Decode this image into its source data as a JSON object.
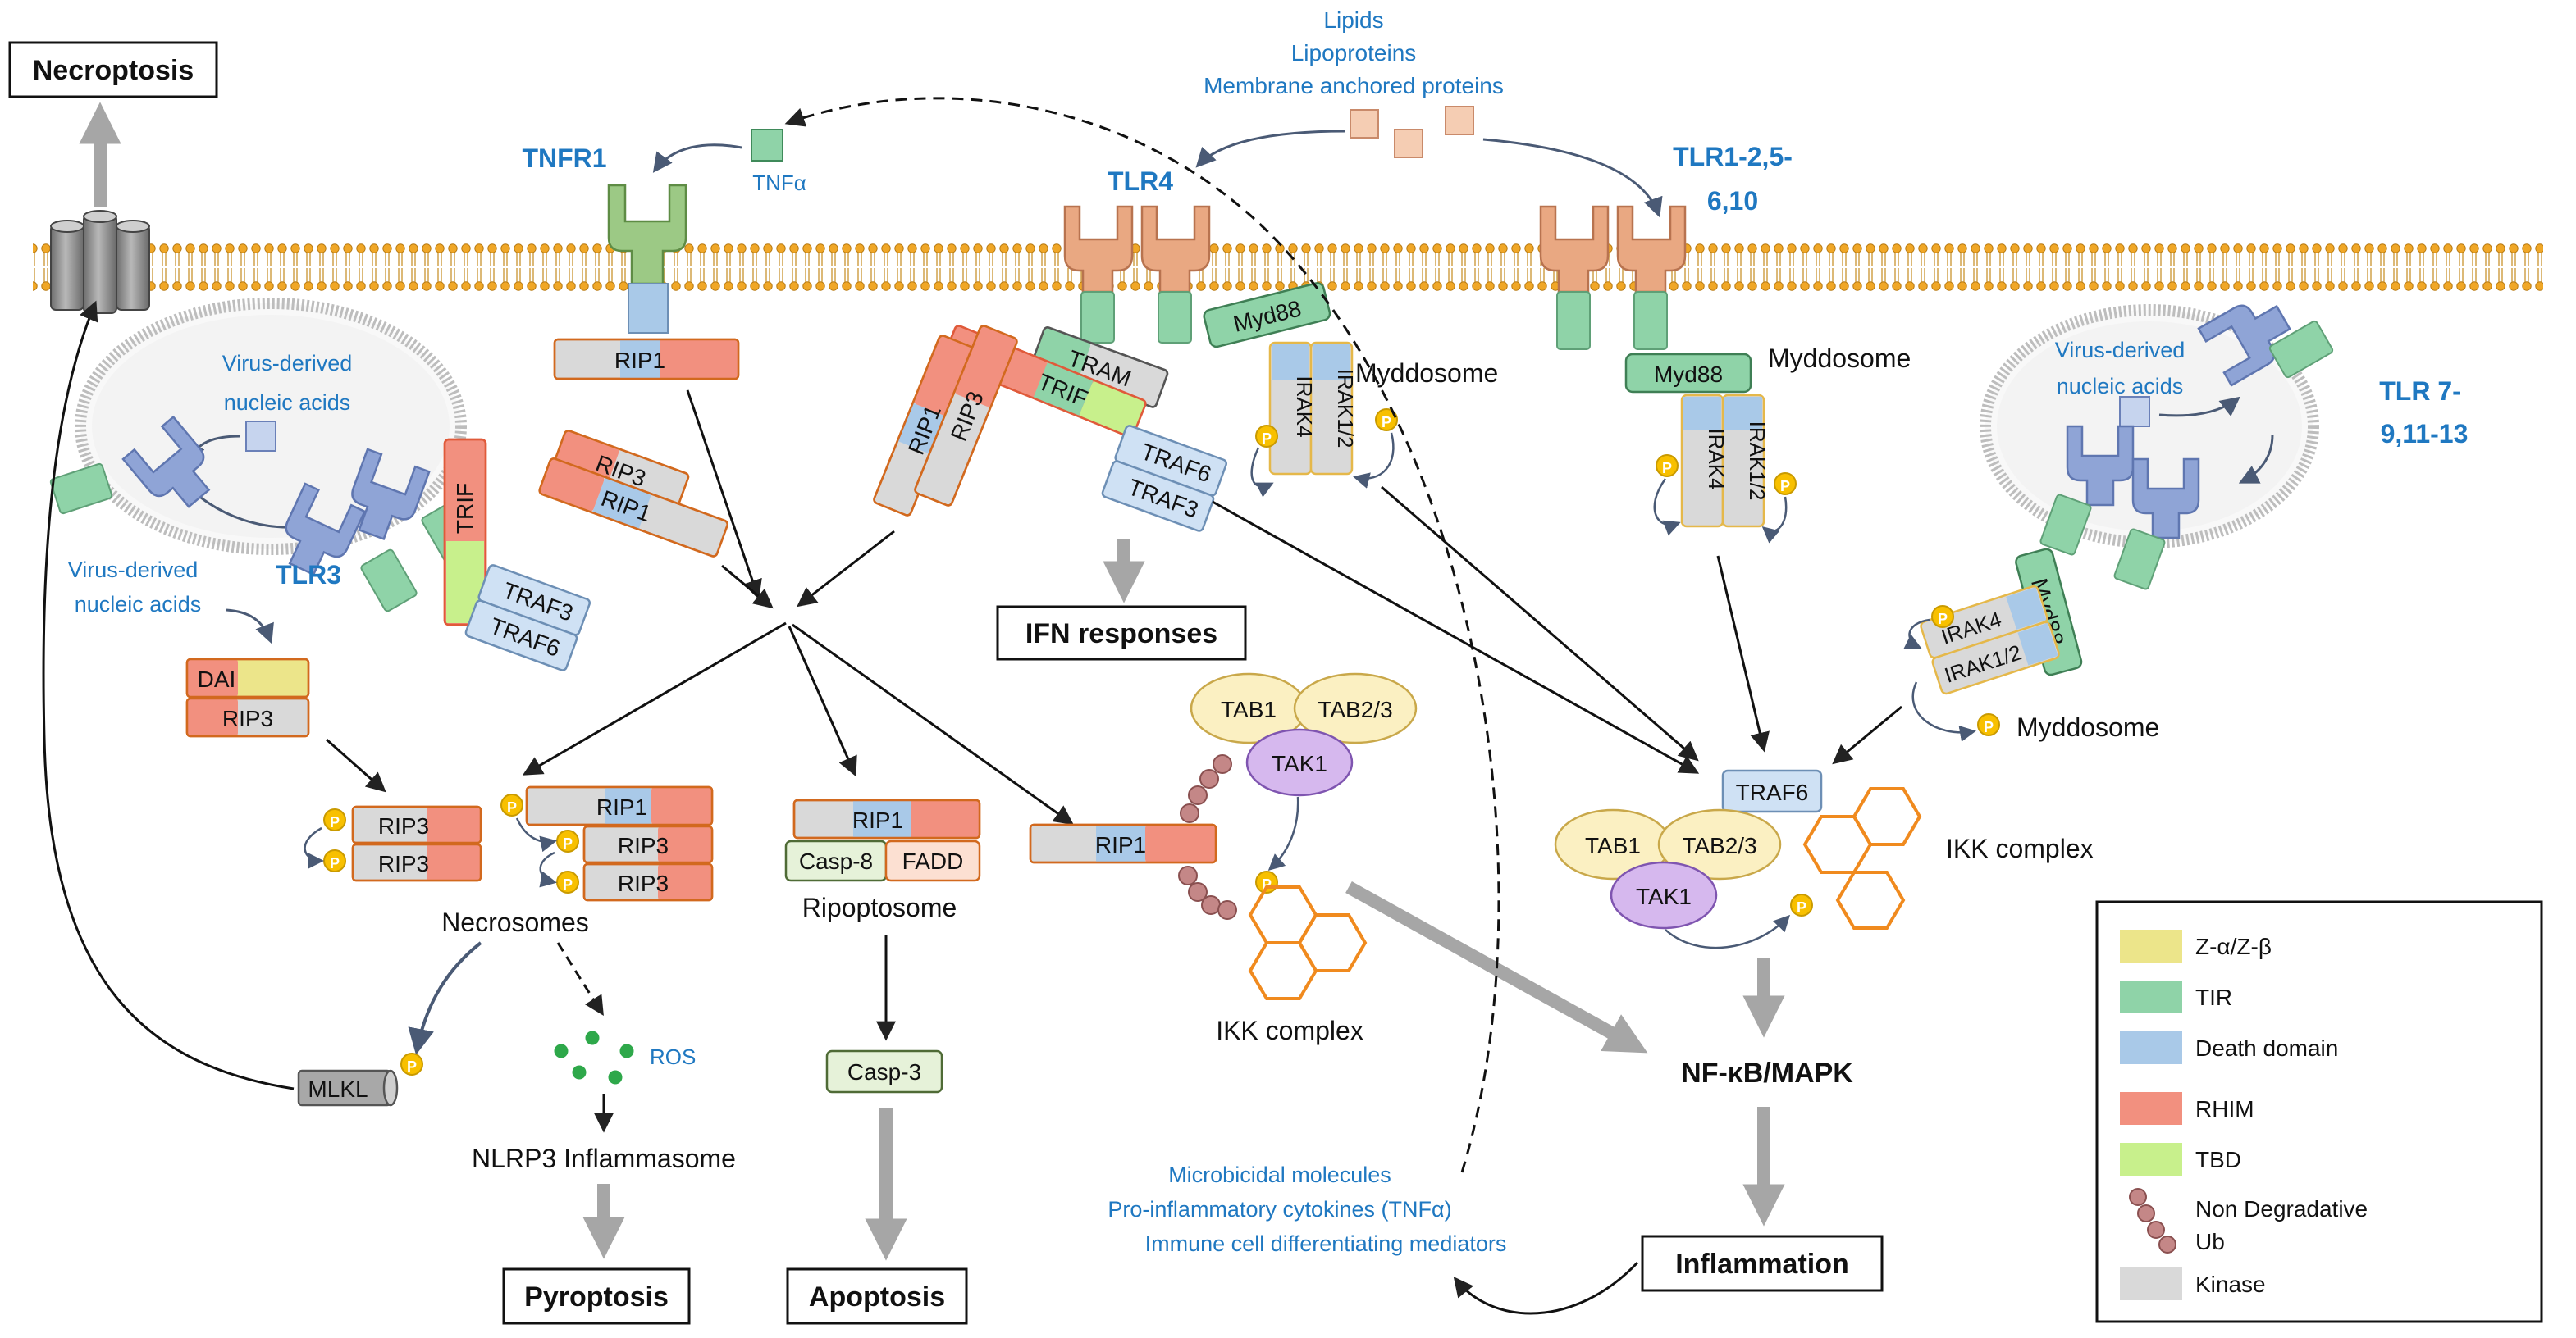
{
  "labels": {
    "lipids": "Lipids",
    "lipoproteins": "Lipoproteins",
    "membrane_proteins": "Membrane anchored proteins",
    "tnfr1": "TNFR1",
    "tnfa": "TNFα",
    "tlr4": "TLR4",
    "tlr1_a": "TLR1-2,5-",
    "tlr1_b": "6,10",
    "tlr3": "TLR3",
    "tlr7_a": "TLR 7-",
    "tlr7_b": "9,11-13",
    "virus_nuc_1a": "Virus-derived",
    "virus_nuc_1b": "nucleic acids",
    "virus_nuc_2a": "Virus-derived",
    "virus_nuc_2b": "nucleic acids",
    "virus_nuc_3a": "Virus-derived",
    "virus_nuc_3b": "nucleic acids",
    "myddosome_1": "Myddosome",
    "myddosome_2": "Myddosome",
    "myddosome_3": "Myddosome",
    "necrosomes": "Necrosomes",
    "ripoptosome": "Ripoptosome",
    "ikk_1": "IKK complex",
    "ikk_2": "IKK complex",
    "ros": "ROS",
    "nlrp3": "NLRP3 Inflammasome",
    "nfkb": "NF-κB/MAPK",
    "out_1": "Microbicidal molecules",
    "out_2": "Pro-inflammatory cytokines (TNFα)",
    "out_3": "Immune cell differentiating mediators"
  },
  "outcomes": {
    "necroptosis": "Necroptosis",
    "ifn": "IFN responses",
    "pyroptosis": "Pyroptosis",
    "apoptosis": "Apoptosis",
    "inflammation": "Inflammation"
  },
  "proteins": {
    "rip1": "RIP1",
    "rip3": "RIP3",
    "trif": "TRIF",
    "tram": "TRAM",
    "traf3": "TRAF3",
    "traf6": "TRAF6",
    "myd88": "Myd88",
    "irak4": "IRAK4",
    "irak12": "IRAK1/2",
    "dai": "DAI",
    "casp8": "Casp-8",
    "casp3": "Casp-3",
    "fadd": "FADD",
    "tab1": "TAB1",
    "tab23": "TAB2/3",
    "tak1": "TAK1",
    "mlkl": "MLKL",
    "p": "P"
  },
  "legend": {
    "items": [
      {
        "label": "Z-α/Z-β",
        "color": "#ECE58A"
      },
      {
        "label": "TIR",
        "color": "#8FD3A8"
      },
      {
        "label": "Death domain",
        "color": "#A9C9E8"
      },
      {
        "label": "RHIM",
        "color": "#F2907F"
      },
      {
        "label": "TBD",
        "color": "#C8F08C"
      },
      {
        "label_a": "Non Degradative",
        "label_b": "Ub",
        "color": "#C48787"
      },
      {
        "label": "Kinase",
        "color": "#D9D9D9"
      }
    ]
  },
  "colors": {
    "label_blue": "#1F78C1",
    "rhim": "#F2907F",
    "kinase": "#D9D9D9",
    "death": "#A9C9E8",
    "tir": "#8FD3A8",
    "tbd": "#C8F08C",
    "zalpha": "#ECE58A",
    "receptor_green": "#9CC985",
    "tlr_orange": "#E9A882",
    "tlr_blue": "#8FA4D6",
    "phospho": "#F8C000",
    "ikk": "#F08A1E",
    "tak1": "#D6B8EE",
    "tab": "#FBF0C2",
    "casp": "#E6F2D9",
    "fadd": "#FCE0D2",
    "ros": "#2EA84A",
    "ub": "#C48787"
  }
}
